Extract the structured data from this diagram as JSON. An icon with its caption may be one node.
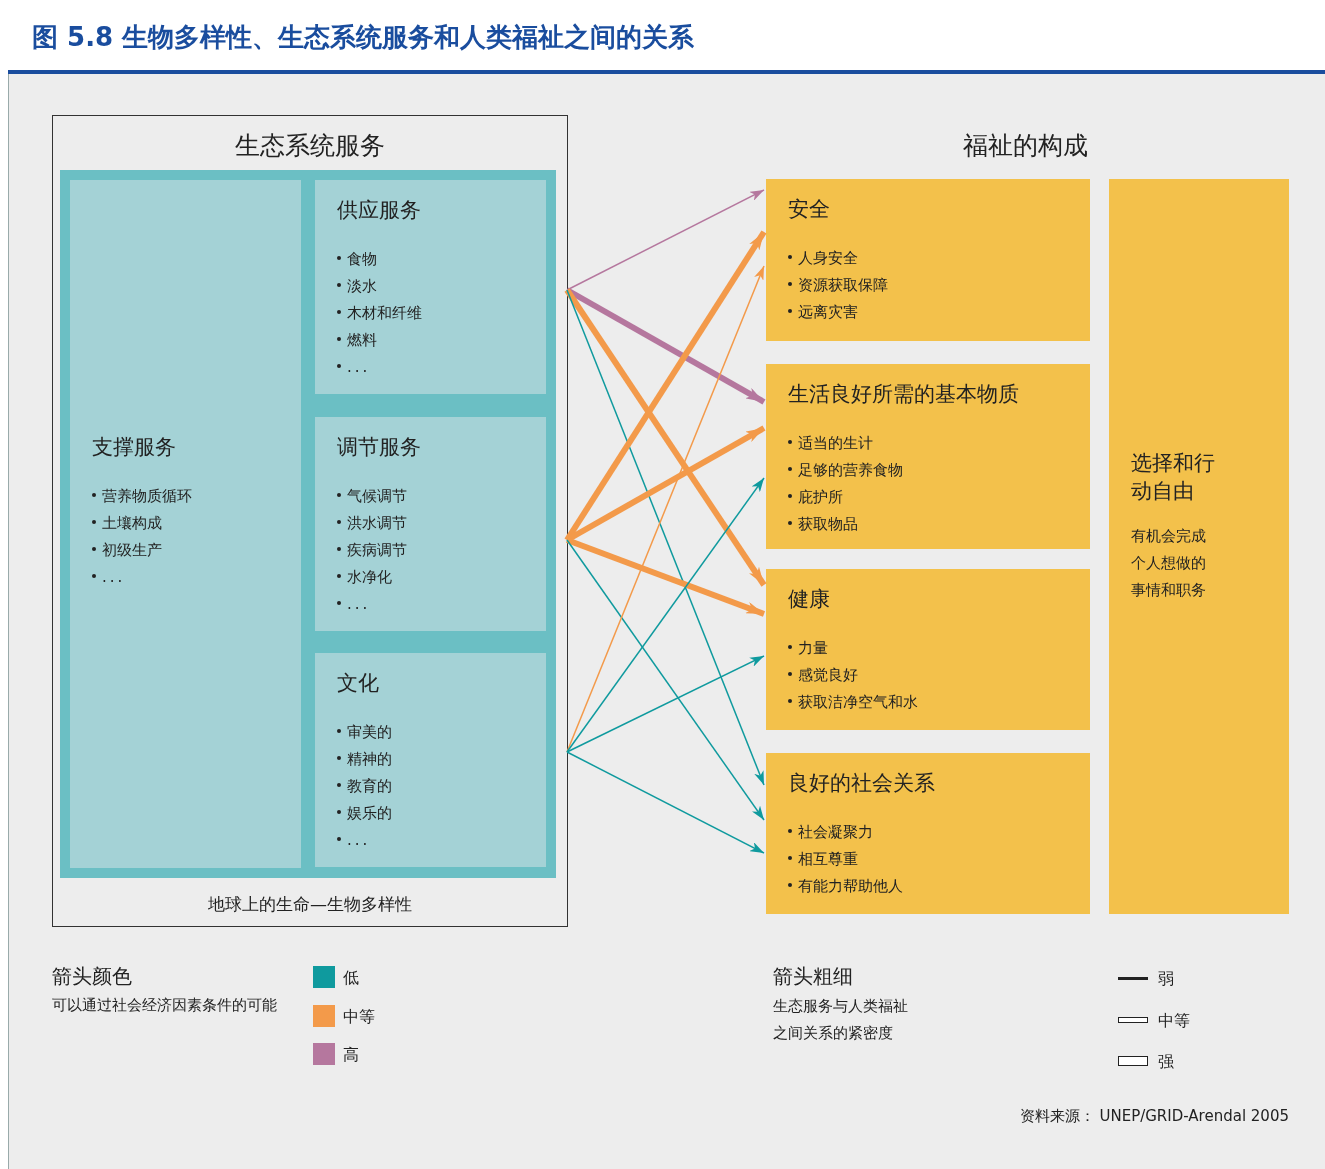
{
  "diagram": {
    "title": "图 5.8 生物多样性、生态系统服务和人类福祉之间的关系",
    "nodes": [
      {
        "text": [
          "生态系统服务",
          "地球上的生命—生物多样性"
        ]
      },
      {
        "text": [
          "支撑服务",
          "营养物质循环",
          "土壤构成",
          "初级生产",
          "..."
        ],
        "in": 0
      },
      {
        "text": [
          "供应服务",
          "食物",
          "淡水",
          "木材和纤维",
          "燃料",
          "..."
        ],
        "in": 0
      },
      {
        "text": [
          "调节服务",
          "气候调节",
          "洪水调节",
          "疾病调节",
          "水净化",
          "..."
        ],
        "in": 0
      },
      {
        "text": [
          "文化",
          "审美的",
          "精神的",
          "教育的",
          "娱乐的",
          "..."
        ],
        "in": 0
      },
      {
        "text": [
          "安全",
          "人身安全",
          "资源获取保障",
          "远离灾害"
        ]
      },
      {
        "text": [
          "生活良好所需的基本物质",
          "适当的生计",
          "足够的营养食物",
          "庇护所",
          "获取物品"
        ]
      },
      {
        "text": [
          "健康",
          "力量",
          "感觉良好",
          "获取洁净空气和水"
        ]
      },
      {
        "text": [
          "良好的社会关系",
          "社会凝聚力",
          "相互尊重",
          "有能力帮助他人"
        ]
      },
      {
        "text": [
          "选择和行动自由",
          "有机会完成个人想做的事情和职务"
        ]
      }
    ],
    "edges": [
      {
        "from": 2,
        "to": 5,
        "arrow": "to",
        "color": "#b5779e"
      },
      {
        "from": 2,
        "to": 6,
        "arrow": "to",
        "color": "#b5779e",
        "style": "thick"
      },
      {
        "from": 2,
        "to": 7,
        "arrow": "to",
        "color": "#f39a4a",
        "style": "thick"
      },
      {
        "from": 2,
        "to": 8,
        "arrow": "to",
        "color": "#0f9a9e"
      },
      {
        "from": 3,
        "to": 5,
        "arrow": "to",
        "color": "#f39a4a",
        "style": "thick"
      },
      {
        "from": 3,
        "to": 6,
        "arrow": "to",
        "color": "#f39a4a",
        "style": "thick"
      },
      {
        "from": 3,
        "to": 7,
        "arrow": "to",
        "color": "#f39a4a",
        "style": "thick"
      },
      {
        "from": 3,
        "to": 8,
        "arrow": "to",
        "color": "#0f9a9e"
      },
      {
        "from": 4,
        "to": 5,
        "arrow": "to",
        "color": "#f39a4a"
      },
      {
        "from": 4,
        "to": 6,
        "arrow": "to",
        "color": "#0f9a9e"
      },
      {
        "from": 4,
        "to": 7,
        "arrow": "to",
        "color": "#0f9a9e"
      },
      {
        "from": 4,
        "to": 8,
        "arrow": "to",
        "color": "#0f9a9e"
      }
    ],
    "labels": [
      "福祉的构成",
      "箭头颜色",
      "可以通过社会经济因素条件的可能",
      "箭头粗细",
      "生态服务与人类福祉之间关系的紧密度",
      "资料来源： UNEP/GRID-Arendal 2005"
    ],
    "legend": [
      {
        "text": "低",
        "color": "#0f9a9e"
      },
      {
        "text": "中等",
        "color": "#f39a4a"
      },
      {
        "text": "高",
        "color": "#b5779e"
      },
      {
        "text": "弱"
      },
      {
        "text": "中等"
      },
      {
        "text": "强"
      }
    ]
  }
}
